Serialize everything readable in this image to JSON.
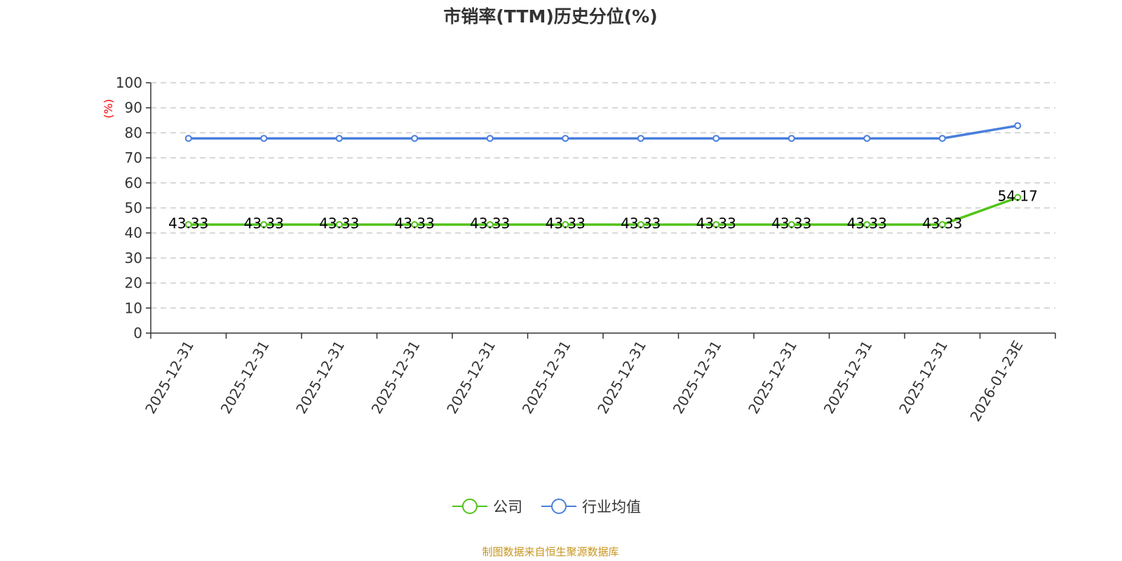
{
  "chart_data": {
    "type": "line",
    "title": "市销率(TTM)历史分位(%)",
    "ylabel": "(%)",
    "ylim": [
      0,
      100
    ],
    "yticks": [
      0,
      10,
      20,
      30,
      40,
      50,
      60,
      70,
      80,
      90,
      100
    ],
    "grid": true,
    "categories": [
      "2025-12-31",
      "2025-12-31",
      "2025-12-31",
      "2025-12-31",
      "2025-12-31",
      "2025-12-31",
      "2025-12-31",
      "2025-12-31",
      "2025-12-31",
      "2025-12-31",
      "2025-12-31",
      "2026-01-23E"
    ],
    "series": [
      {
        "name": "公司",
        "color": "#52c41a",
        "show_labels": true,
        "values": [
          43.33,
          43.33,
          43.33,
          43.33,
          43.33,
          43.33,
          43.33,
          43.33,
          43.33,
          43.33,
          43.33,
          54.17
        ]
      },
      {
        "name": "行业均值",
        "color": "#4a7fdc",
        "show_labels": false,
        "values": [
          77.78,
          77.78,
          77.78,
          77.78,
          77.78,
          77.78,
          77.78,
          77.78,
          77.78,
          77.78,
          77.78,
          82.86
        ]
      }
    ],
    "legend_position": "bottom-center",
    "source": "制图数据来自恒生聚源数据库"
  }
}
